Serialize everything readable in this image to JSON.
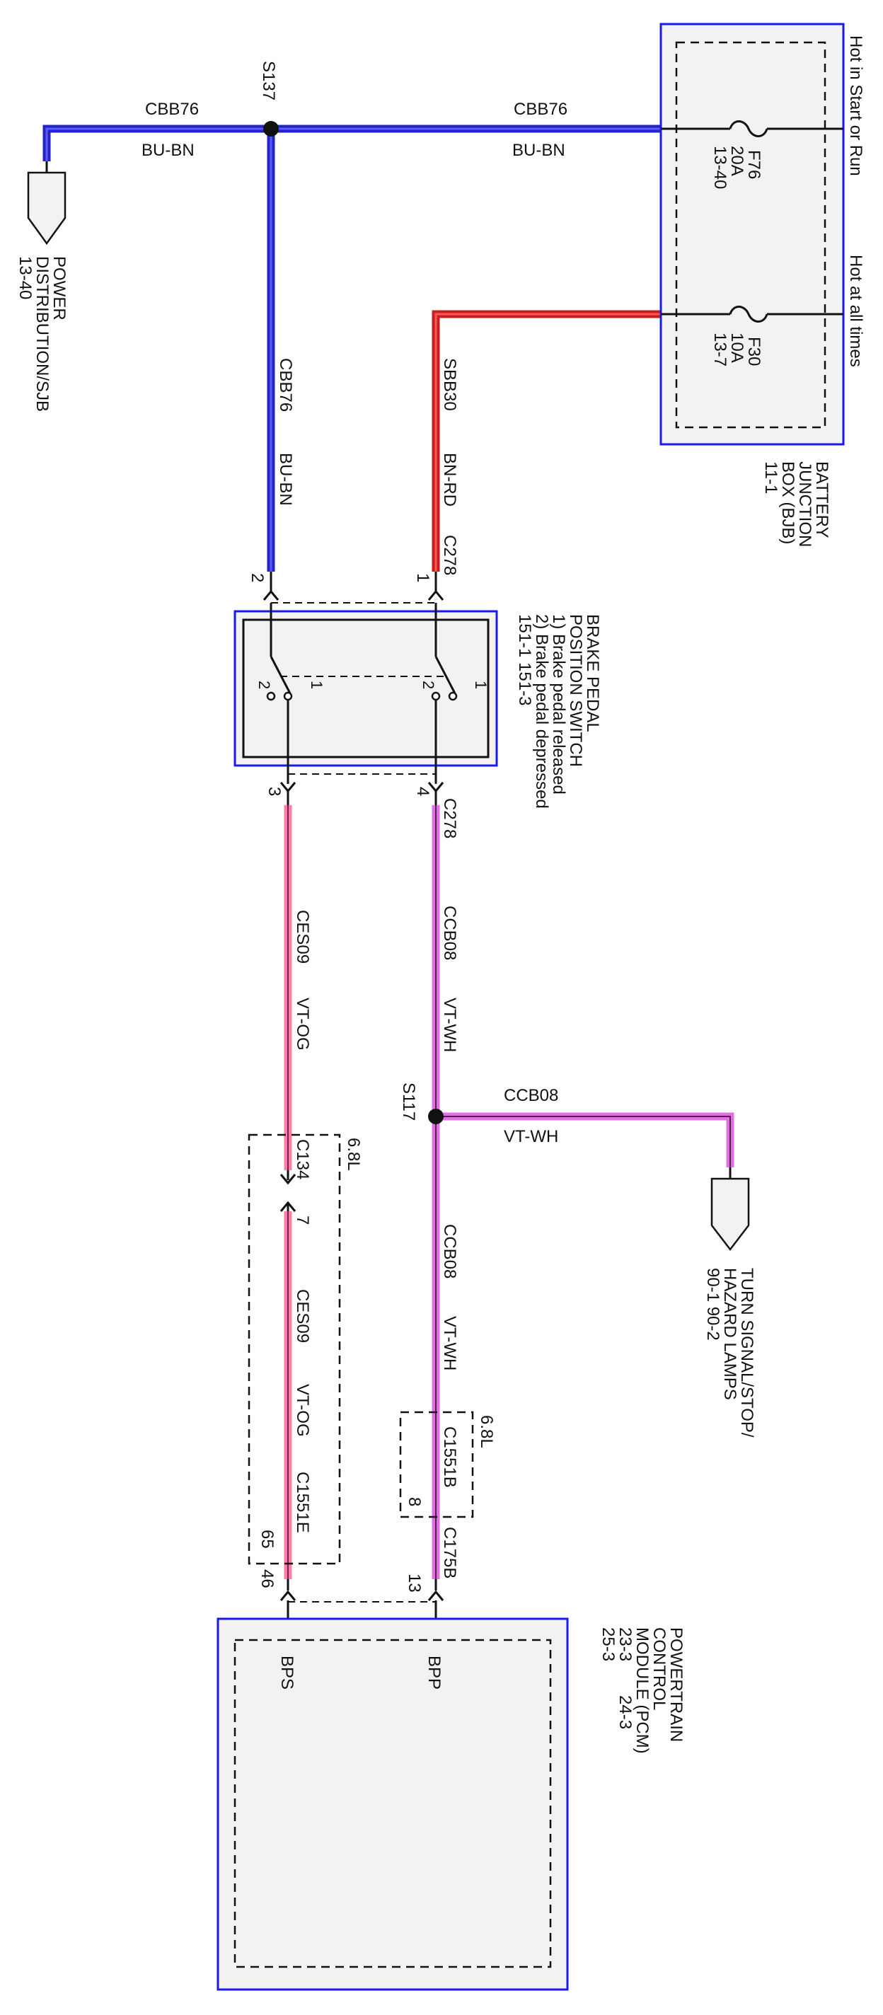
{
  "diagram": {
    "colors": {
      "blue_wire": "#2323c8",
      "blue_wire_core": "#5a5aff",
      "red_wire": "#c81e1e",
      "red_wire_core": "#ff5a5a",
      "violet_wire": "#e070e0",
      "pink_wire": "#ff7fa0",
      "box_outline": "#1a1af0",
      "box_fill": "#f2f2f2"
    },
    "labels": {
      "hot_start_run": "Hot in Start or Run",
      "hot_all_times": "Hot at all times",
      "bjb_name": "BATTERY JUNCTION BOX (BJB)",
      "bjb_ref": "11-1",
      "fuse_f76_id": "F76",
      "fuse_f76_amp": "20A",
      "fuse_f76_ref": "13-40",
      "fuse_f30_id": "F30",
      "fuse_f30_amp": "10A",
      "fuse_f30_ref": "13-7",
      "splice_s137": "S137",
      "circuit_cbb76": "CBB76",
      "color_bu_bn": "BU-BN",
      "pd_title_1": "POWER",
      "pd_title_2": "DISTRIBUTION/SJB",
      "pd_ref": "13-40",
      "circuit_sbb30": "SBB30",
      "color_bn_rd": "BN-RD",
      "connector_c278": "C278",
      "pin_1": "1",
      "pin_2": "2",
      "pin_3": "3",
      "pin_4": "4",
      "bps_title_1": "BRAKE PEDAL",
      "bps_title_2": "POSITION SWITCH",
      "bps_note_1": "1) Brake pedal released",
      "bps_note_2": "2) Brake pedal depressed",
      "bps_ref": "151-1  151-3",
      "circuit_ces09": "CES09",
      "color_vt_og": "VT-OG",
      "circuit_ccb08": "CCB08",
      "color_vt_wh": "VT-WH",
      "splice_s117": "S117",
      "turn_title_1": "TURN SIGNAL/STOP/",
      "turn_title_2": "HAZARD LAMPS",
      "turn_ref": "90-1    90-2",
      "engine_68l": "6.8L",
      "connector_c134": "C134",
      "pin_7": "7",
      "connector_c1551e": "C1551E",
      "pin_65": "65",
      "pin_46": "46",
      "connector_c1551b": "C1551B",
      "pin_8": "8",
      "connector_c175b": "C175B",
      "pin_13": "13",
      "pcm_title_1": "POWERTRAIN",
      "pcm_title_2": "CONTROL",
      "pcm_title_3": "MODULE (PCM)",
      "pcm_ref_1": "23-3",
      "pcm_ref_2": "24-3",
      "pcm_ref_3": "25-3",
      "signal_bps": "BPS",
      "signal_bpp": "BPP"
    }
  }
}
